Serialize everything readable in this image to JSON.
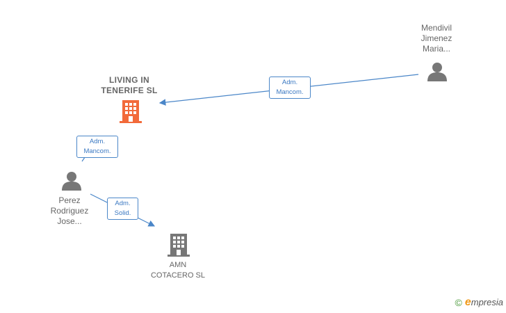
{
  "nodes": {
    "living": {
      "label": "LIVING IN\nTENERIFE  SL",
      "icon": "building-icon",
      "color": "#f26a3a"
    },
    "amn": {
      "label": "AMN\nCOTACERO SL",
      "icon": "building-icon",
      "color": "#777777"
    },
    "mendivil": {
      "label": "Mendivil\nJimenez\nMaria...",
      "icon": "person-icon",
      "color": "#777777"
    },
    "perez": {
      "label": "Perez\nRodriguez\nJose...",
      "icon": "person-icon",
      "color": "#777777"
    }
  },
  "edges": [
    {
      "from": "mendivil",
      "to": "living",
      "label": "Adm.\nMancom."
    },
    {
      "from": "perez",
      "to": "living",
      "label": "Adm.\nMancom."
    },
    {
      "from": "perez",
      "to": "amn",
      "label": "Adm.\nSolid."
    }
  ],
  "edge_color": "#4a86c8",
  "watermark": {
    "copyright_symbol": "©",
    "brand_initial": "e",
    "brand_rest": "mpresia"
  }
}
